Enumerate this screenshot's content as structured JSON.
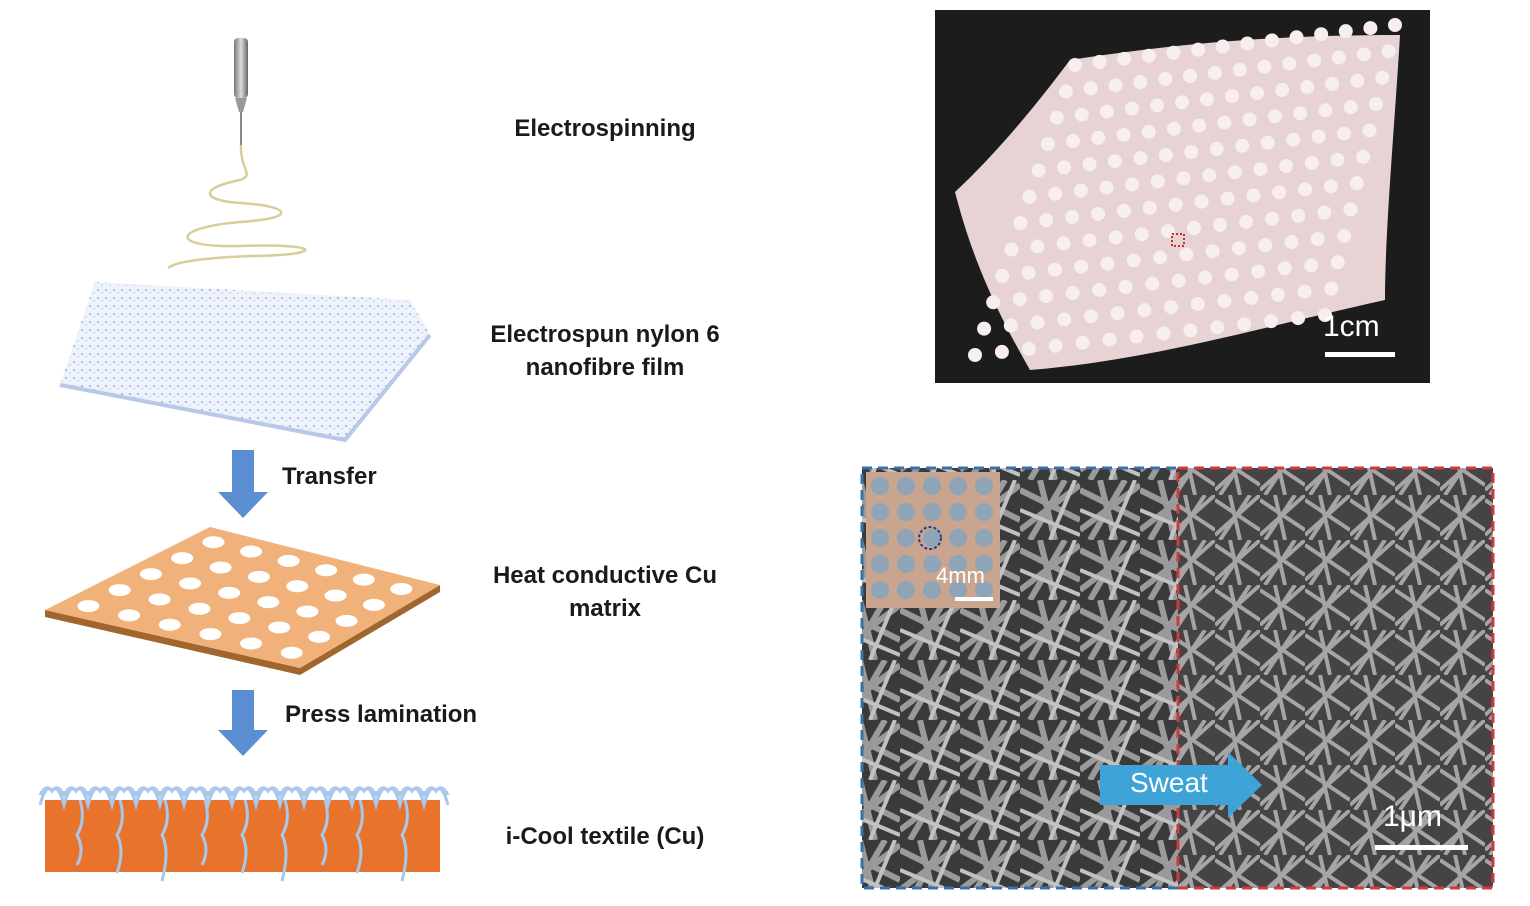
{
  "schematic": {
    "steps": [
      {
        "label": "Electrospinning"
      },
      {
        "label_line1": "Electrospun nylon 6",
        "label_line2": "nanofibre film"
      },
      {
        "label_line1": "Heat conductive Cu",
        "label_line2": "matrix"
      },
      {
        "label": "i-Cool textile (Cu)"
      }
    ],
    "arrows": [
      "Transfer",
      "Press lamination"
    ]
  },
  "photo": {
    "scale_bar": "1cm"
  },
  "sem": {
    "inset_scale_bar": "4mm",
    "flow_label": "Sweat",
    "scale_bar": "1μm"
  },
  "colors": {
    "copper": "#f0b27a",
    "copper_dark": "#e8732c",
    "arrow_blue": "#5b8fd1",
    "fiber_blue": "#a8c8ec",
    "blue_dash": "#3a6fb0",
    "red_dash": "#d03a3a"
  }
}
